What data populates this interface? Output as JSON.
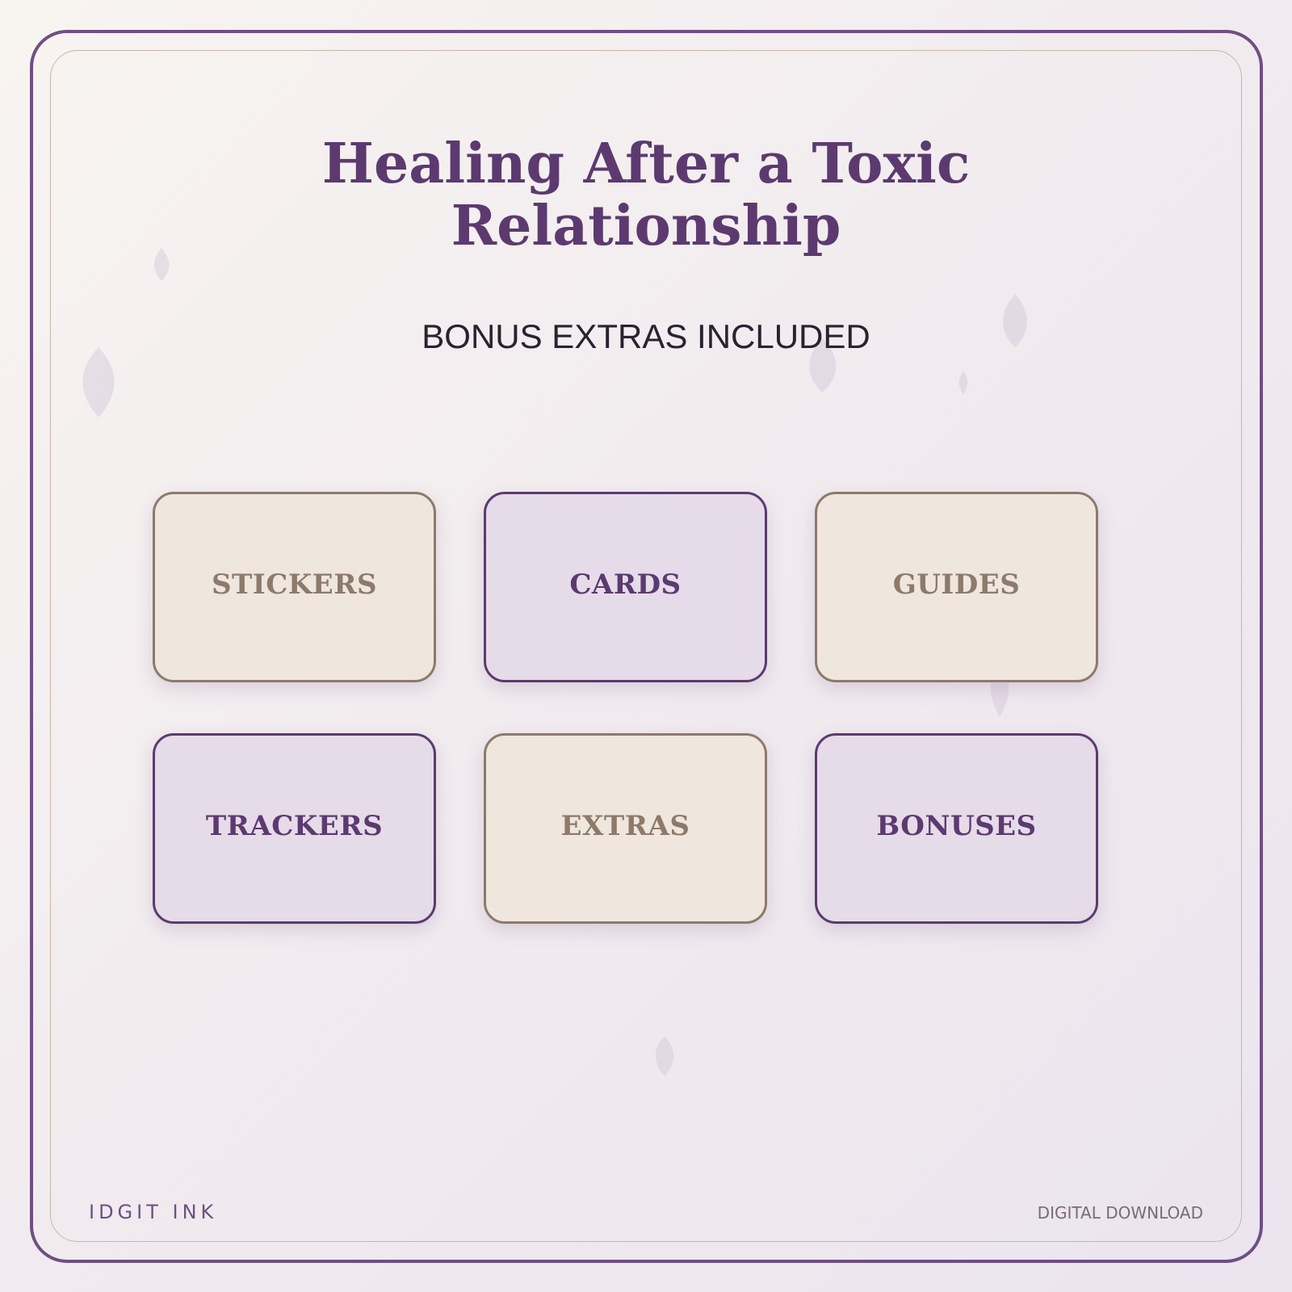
{
  "title": "Healing After a Toxic Relationship",
  "subtitle": "BONUS EXTRAS INCLUDED",
  "cards": [
    {
      "label": "STICKERS",
      "style": "beige"
    },
    {
      "label": "CARDS",
      "style": "lilac"
    },
    {
      "label": "GUIDES",
      "style": "beige"
    },
    {
      "label": "TRACKERS",
      "style": "lilac"
    },
    {
      "label": "EXTRAS",
      "style": "beige"
    },
    {
      "label": "BONUSES",
      "style": "lilac"
    }
  ],
  "footer": {
    "brand": "IDGIT INK",
    "tag": "DIGITAL DOWNLOAD"
  },
  "colors": {
    "accent": "#5c3a70",
    "beige_text": "#8d7a6b",
    "beige_fill": "#efe6de",
    "lilac_fill": "#e6dbe9"
  }
}
